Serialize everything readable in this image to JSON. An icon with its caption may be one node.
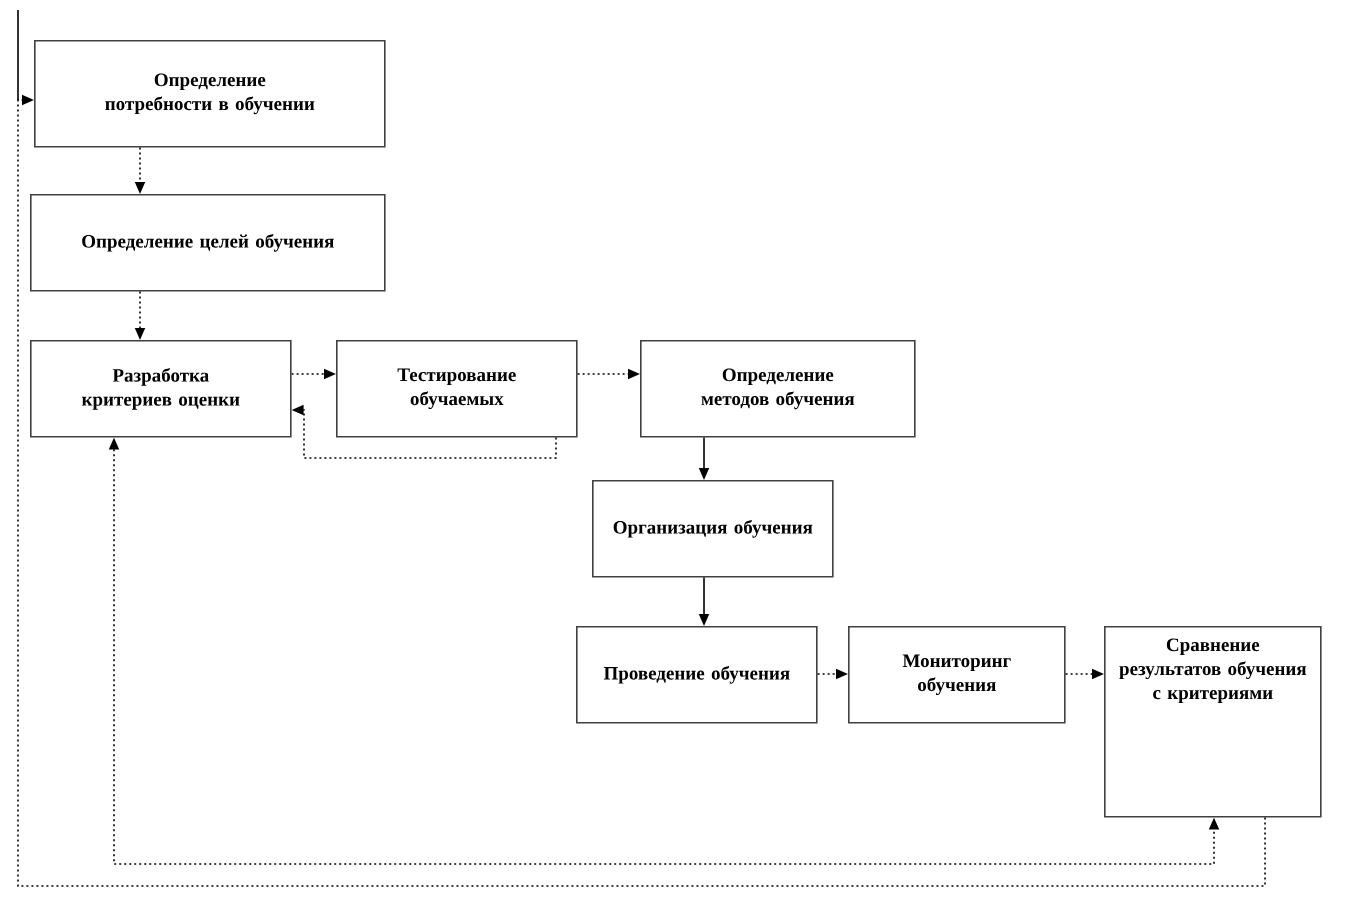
{
  "diagram": {
    "nodes": [
      {
        "text": [
          "Определение потребности в обучении"
        ]
      },
      {
        "text": [
          "Определение целей обучения"
        ]
      },
      {
        "text": [
          "Разработка критериев оценки"
        ]
      },
      {
        "text": [
          "Тестирование обучаемых"
        ]
      },
      {
        "text": [
          "Определение методов обучения"
        ]
      },
      {
        "text": [
          "Организация обучения"
        ]
      },
      {
        "text": [
          "Проведение обучения"
        ]
      },
      {
        "text": [
          "Мониторинг обучения"
        ]
      },
      {
        "text": [
          "Сравнение результатов обучения с критериями"
        ]
      }
    ],
    "edges": [
      {
        "from": 0,
        "to": 1,
        "arrow": "to",
        "style": "dashed"
      },
      {
        "from": 1,
        "to": 2,
        "arrow": "to",
        "style": "dashed"
      },
      {
        "from": 2,
        "to": 3,
        "arrow": "to",
        "style": "dashed"
      },
      {
        "from": 3,
        "to": 4,
        "arrow": "to",
        "style": "dashed"
      },
      {
        "from": 3,
        "to": 2,
        "arrow": "to",
        "style": "dashed"
      },
      {
        "from": 4,
        "to": 5,
        "arrow": "to"
      },
      {
        "from": 5,
        "to": 6,
        "arrow": "to"
      },
      {
        "from": 6,
        "to": 7,
        "arrow": "to",
        "style": "dashed"
      },
      {
        "from": 7,
        "to": 8,
        "arrow": "to",
        "style": "dashed"
      },
      {
        "from": 8,
        "to": 0,
        "arrow": "to",
        "style": "dashed"
      },
      {
        "from": 2,
        "to": 8,
        "arrow": "both",
        "style": "dashed"
      }
    ]
  }
}
